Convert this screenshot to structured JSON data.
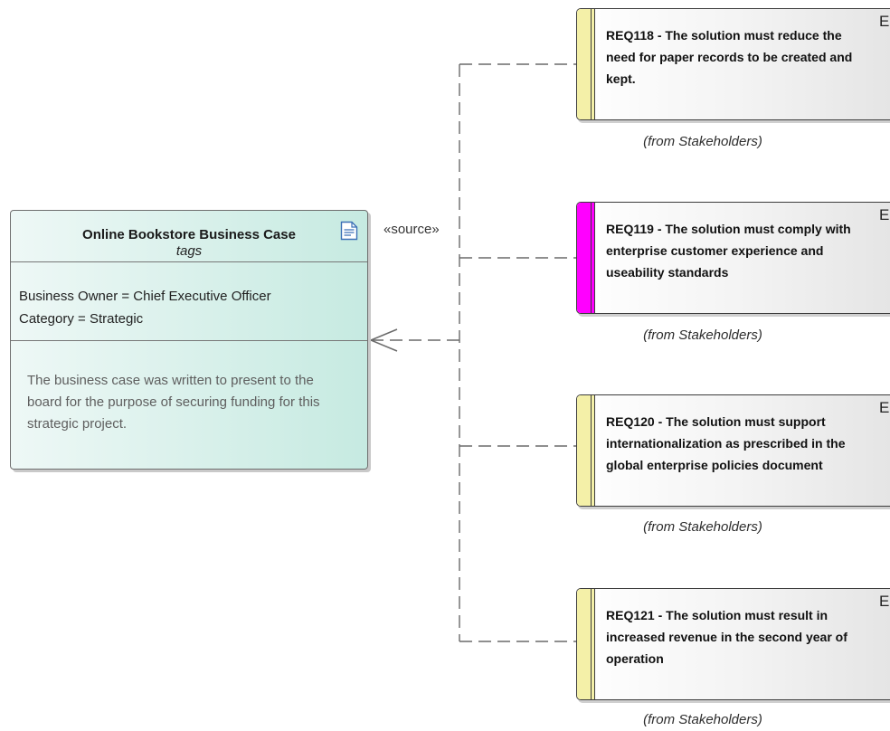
{
  "business_case": {
    "title": "Online Bookstore Business Case",
    "icon": "document-icon",
    "tags_heading": "tags",
    "tags": [
      "Business Owner = Chief Executive Officer",
      "Category = Strategic"
    ],
    "notes": "The business case was written to present to the board for the purpose of securing funding for this strategic project."
  },
  "connector": {
    "stereotype": "«source»"
  },
  "requirements": [
    {
      "text": "REQ118 - The solution must reduce the need for paper records to be created and kept.",
      "from": "(from Stakeholders)",
      "stripe_color": "#f4f0a8",
      "icon": "E"
    },
    {
      "text": "REQ119 - The solution must comply with enterprise customer experience and useability standards",
      "from": "(from Stakeholders)",
      "stripe_color": "#ff00ff",
      "icon": "E"
    },
    {
      "text": "REQ120 - The solution must support internationalization as prescribed in the global enterprise policies document",
      "from": "(from Stakeholders)",
      "stripe_color": "#f4f0a8",
      "icon": "E"
    },
    {
      "text": "REQ121 - The solution must result in increased revenue in the second year of operation",
      "from": "(from Stakeholders)",
      "stripe_color": "#f4f0a8",
      "icon": "E"
    }
  ]
}
